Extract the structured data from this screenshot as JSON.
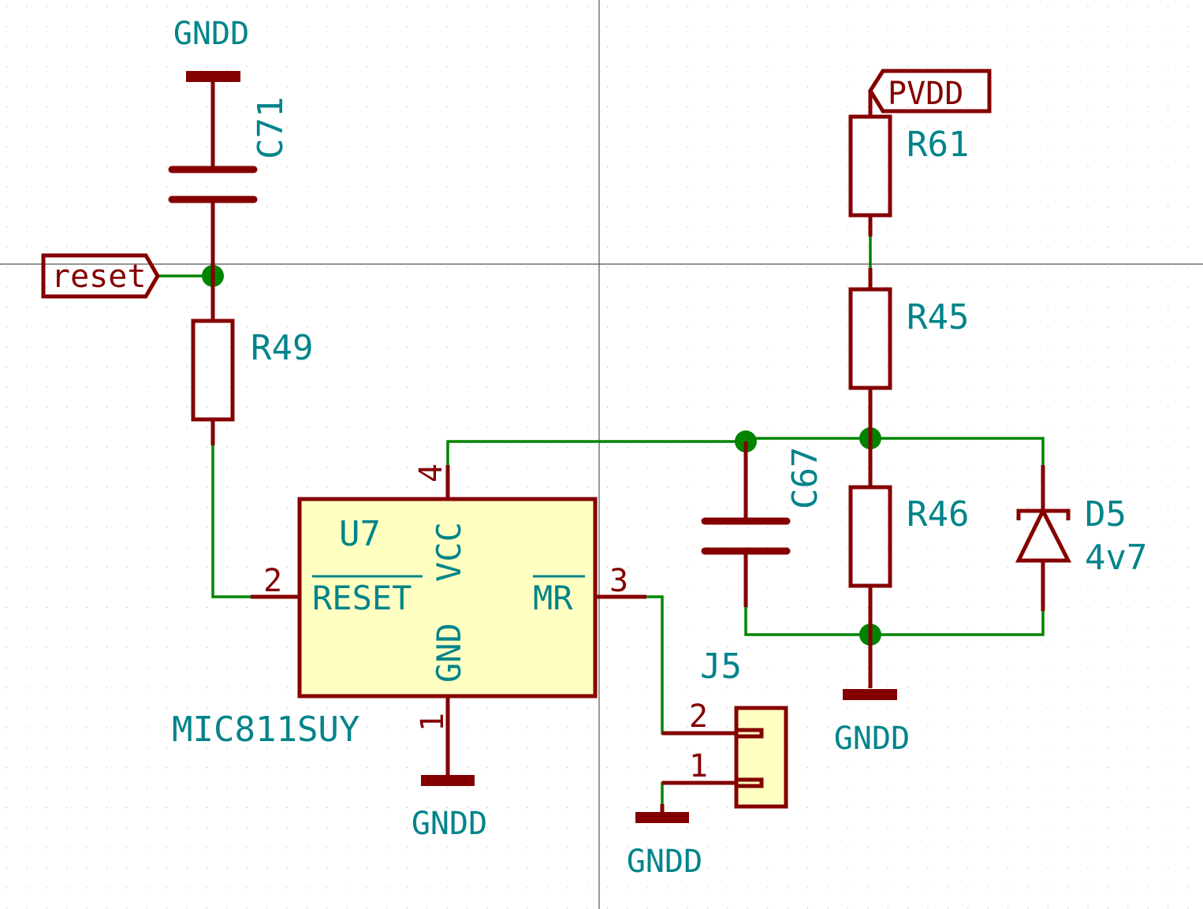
{
  "components": {
    "u7": {
      "ref": "U7",
      "value": "MIC811SUY",
      "pins": {
        "reset": "RESET",
        "vcc": "VCC",
        "gnd": "GND",
        "mr": "MR",
        "n1": "1",
        "n2": "2",
        "n3": "3",
        "n4": "4"
      }
    },
    "c71": {
      "ref": "C71"
    },
    "c67": {
      "ref": "C67"
    },
    "r49": {
      "ref": "R49"
    },
    "r61": {
      "ref": "R61"
    },
    "r45": {
      "ref": "R45"
    },
    "r46": {
      "ref": "R46"
    },
    "d5": {
      "ref": "D5",
      "value": "4v7"
    },
    "j5": {
      "ref": "J5",
      "pins": {
        "n1": "1",
        "n2": "2"
      }
    }
  },
  "power": {
    "gndd_top": "GNDD",
    "gndd_u7": "GNDD",
    "gndd_j5": "GNDD",
    "gndd_right": "GNDD"
  },
  "labels": {
    "reset": "reset",
    "pvdd": "PVDD"
  },
  "colors": {
    "wire": "#008400",
    "symbol": "#840000",
    "body_fill": "#ffffc2",
    "text": "#00848a"
  }
}
